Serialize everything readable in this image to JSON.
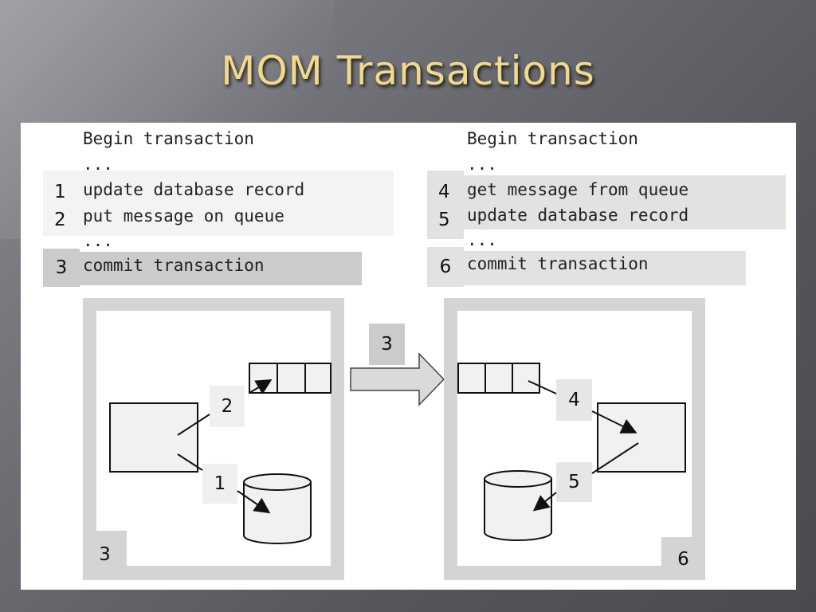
{
  "slide": {
    "title": "MOM Transactions"
  },
  "left_code": {
    "begin": "Begin transaction",
    "ellipsis_top": "...",
    "step1_num": "1",
    "step1_text": "update database record",
    "step2_num": "2",
    "step2_text": "put message on queue",
    "ellipsis_mid": "...",
    "step3_num": "3",
    "step3_text": "commit transaction"
  },
  "right_code": {
    "begin": "Begin transaction",
    "ellipsis_top": "...",
    "step4_num": "4",
    "step4_text": "get message from queue",
    "step5_num": "5",
    "step5_text": "update database record",
    "ellipsis_mid": "...",
    "step6_num": "6",
    "step6_text": "commit transaction"
  },
  "diagram": {
    "left_label_put": "2",
    "left_label_update": "1",
    "left_label_commit": "3",
    "transfer_label": "3",
    "right_label_get": "4",
    "right_label_update": "5",
    "right_label_commit": "6"
  }
}
